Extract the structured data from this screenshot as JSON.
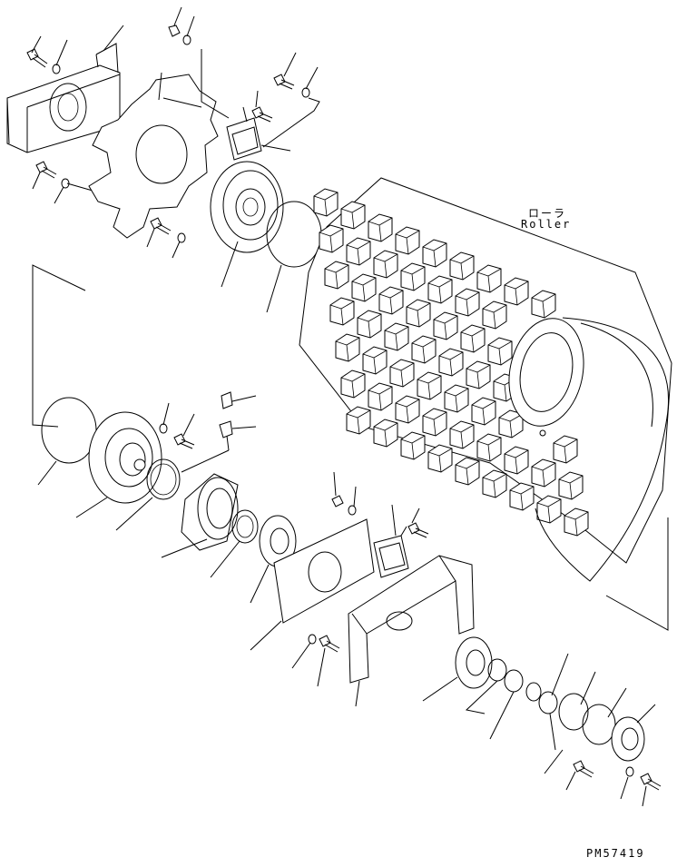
{
  "labels": {
    "roller_jp": "ローラ",
    "roller_en": "Roller",
    "drawing_no": "PM57419"
  },
  "colors": {
    "ink": "#000000",
    "paper": "#ffffff"
  }
}
